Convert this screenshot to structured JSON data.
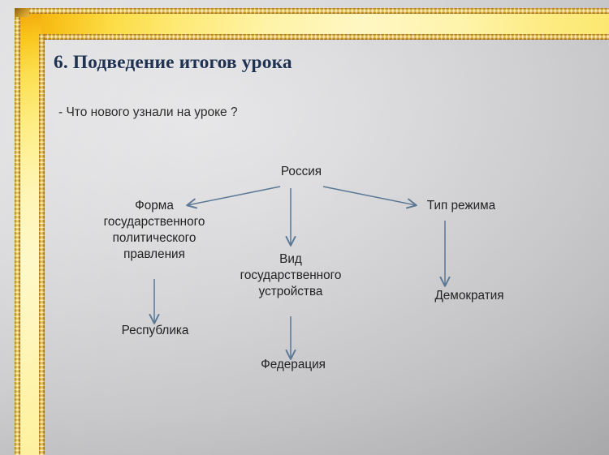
{
  "slide": {
    "title": "6. Подведение итогов урока",
    "subtitle": "- Что нового узнали на уроке ?",
    "title_color": "#1f3252",
    "body_text_color": "#222222",
    "arrow_color": "#5a7795",
    "frame_color": "#f9c61d",
    "background_color": "#d4d4d6"
  },
  "diagram": {
    "type": "tree",
    "root": {
      "id": "russia",
      "label": "Россия"
    },
    "branches": [
      {
        "id": "form-of-government",
        "label": "Форма\nгосударственного\nполитического\nправления",
        "position": "left",
        "child": {
          "id": "republic",
          "label": "Республика"
        }
      },
      {
        "id": "state-structure",
        "label": "Вид\nгосударственного\nустройства",
        "position": "center",
        "child": {
          "id": "federation",
          "label": "Федерация"
        }
      },
      {
        "id": "regime-type",
        "label": "Тип режима",
        "position": "right",
        "child": {
          "id": "democracy",
          "label": "Демократия"
        }
      }
    ]
  }
}
